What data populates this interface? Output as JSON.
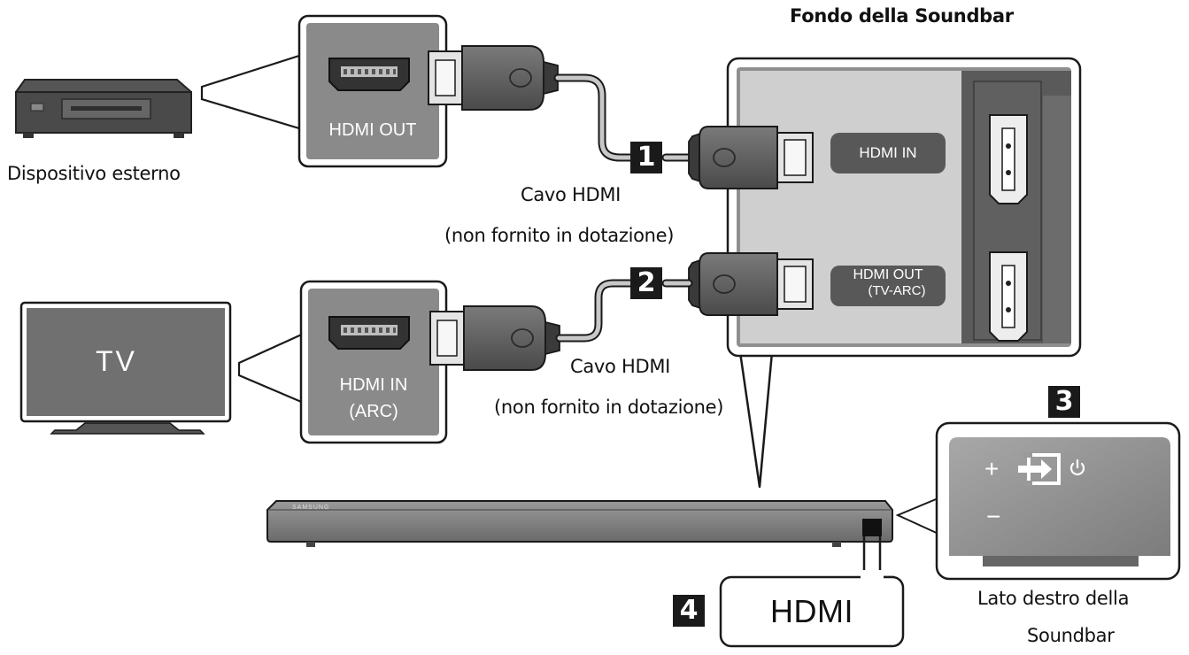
{
  "title": "Fondo della Soundbar",
  "external_device_label": "Dispositivo esterno",
  "tv_screen_text": "TV",
  "panel_top": {
    "port": "HDMI OUT"
  },
  "panel_tv": {
    "port_line1": "HDMI IN",
    "port_line2": "(ARC)"
  },
  "cable_top": {
    "line1": "Cavo HDMI",
    "line2": "(non fornito in dotazione)"
  },
  "cable_bottom": {
    "line1": "Cavo HDMI",
    "line2": "(non fornito in dotazione)"
  },
  "soundbar_ports": {
    "in": "HDMI IN",
    "out_line1": "HDMI OUT",
    "out_line2": "(TV-ARC)"
  },
  "steps": {
    "s1": "1",
    "s2": "2",
    "s3": "3",
    "s4": "4"
  },
  "side_label": {
    "line1": "Lato destro della",
    "line2": "Soundbar"
  },
  "side_panel": {
    "plus": "+",
    "minus": "−"
  },
  "hdmi_callout": "HDMI",
  "brand": "SAMSUNG",
  "colors": {
    "panel_gray": "#8a8a8a",
    "port_gray": "#6f6f6f",
    "dark": "#1a1a1a"
  },
  "icons": [
    "external-device-icon",
    "tv-icon",
    "hdmi-port-icon",
    "hdmi-plug-icon",
    "input-source-icon",
    "power-icon",
    "soundbar-icon"
  ]
}
